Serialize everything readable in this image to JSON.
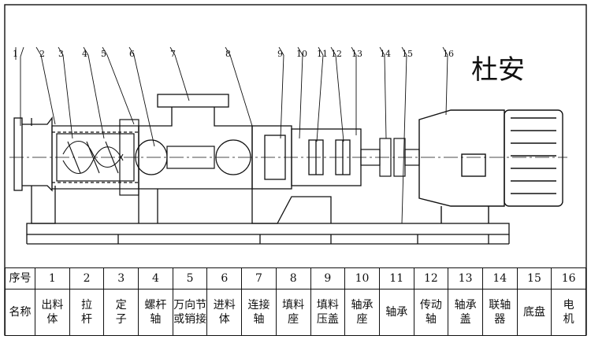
{
  "watermark": "杜安",
  "callouts": [
    "1",
    "2",
    "3",
    "4",
    "5",
    "6",
    "7",
    "8",
    "9",
    "10",
    "11",
    "12",
    "13",
    "14",
    "15",
    "16"
  ],
  "table": {
    "header_num": "序号",
    "header_name": "名称",
    "numbers": [
      "1",
      "2",
      "3",
      "4",
      "5",
      "6",
      "7",
      "8",
      "9",
      "10",
      "11",
      "12",
      "13",
      "14",
      "15",
      "16"
    ],
    "names": [
      [
        "出料",
        "体"
      ],
      [
        "拉",
        "杆"
      ],
      [
        "定",
        "子"
      ],
      [
        "螺杆",
        "轴"
      ],
      [
        "万向节",
        "或销接"
      ],
      [
        "进料",
        "体"
      ],
      [
        "连接",
        "轴"
      ],
      [
        "填料",
        "座"
      ],
      [
        "填料",
        "压盖"
      ],
      [
        "轴承",
        "座"
      ],
      [
        "轴承"
      ],
      [
        "传动",
        "轴"
      ],
      [
        "轴承",
        "盖"
      ],
      [
        "联轴",
        "器"
      ],
      [
        "底盘"
      ],
      [
        "电",
        "机"
      ]
    ]
  }
}
